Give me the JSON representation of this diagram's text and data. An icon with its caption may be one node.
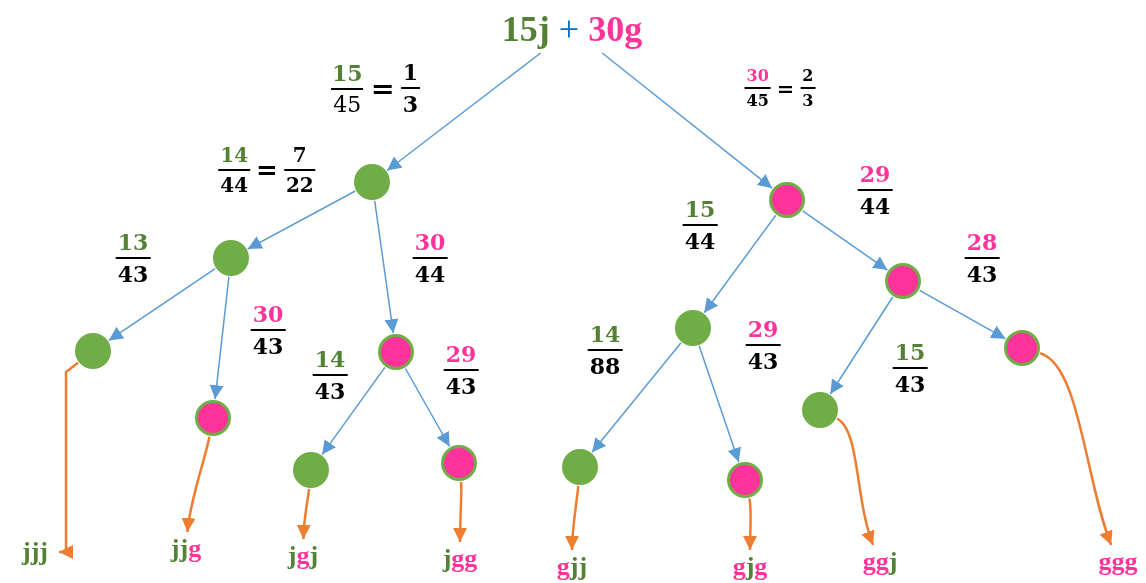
{
  "diagram": {
    "nodes": [
      {
        "text": [
          "15j + 30g"
        ]
      },
      {
        "text": [],
        "shape": "circle"
      },
      {
        "text": [],
        "shape": "circle"
      },
      {
        "text": [],
        "shape": "circle"
      },
      {
        "text": [],
        "shape": "circle"
      },
      {
        "text": [],
        "shape": "circle"
      },
      {
        "text": [],
        "shape": "circle"
      },
      {
        "text": [],
        "shape": "circle"
      },
      {
        "text": [],
        "shape": "circle"
      },
      {
        "text": [],
        "shape": "circle"
      },
      {
        "text": [],
        "shape": "circle"
      },
      {
        "text": [],
        "shape": "circle"
      },
      {
        "text": [],
        "shape": "circle"
      },
      {
        "text": [],
        "shape": "circle"
      },
      {
        "text": [],
        "shape": "circle"
      },
      {
        "text": [
          "jjj"
        ]
      },
      {
        "text": [
          "jjg"
        ]
      },
      {
        "text": [
          "jgj"
        ]
      },
      {
        "text": [
          "jgg"
        ]
      },
      {
        "text": [
          "gjj"
        ]
      },
      {
        "text": [
          "gjg"
        ]
      },
      {
        "text": [
          "ggj"
        ]
      },
      {
        "text": [
          "ggg"
        ]
      }
    ],
    "edges": [
      {
        "from": 0,
        "to": 1,
        "arrow": "to",
        "label": "15 45 = 1 3"
      },
      {
        "from": 0,
        "to": 2,
        "arrow": "to",
        "label": "30 45 = 2 3"
      },
      {
        "from": 1,
        "to": 3,
        "arrow": "to",
        "label": "14 44 = 7 22"
      },
      {
        "from": 1,
        "to": 4,
        "arrow": "to",
        "label": "30 44"
      },
      {
        "from": 2,
        "to": 5,
        "arrow": "to",
        "label": "15 44"
      },
      {
        "from": 2,
        "to": 6,
        "arrow": "to",
        "label": "29 44"
      },
      {
        "from": 3,
        "to": 7,
        "arrow": "to",
        "label": "13 43"
      },
      {
        "from": 3,
        "to": 8,
        "arrow": "to",
        "label": "30 43"
      },
      {
        "from": 4,
        "to": 9,
        "arrow": "to",
        "label": "14 43"
      },
      {
        "from": 4,
        "to": 10,
        "arrow": "to",
        "label": "29 43"
      },
      {
        "from": 5,
        "to": 11,
        "arrow": "to",
        "label": "14 88"
      },
      {
        "from": 5,
        "to": 12,
        "arrow": "to",
        "label": "29 43"
      },
      {
        "from": 6,
        "to": 13,
        "arrow": "to",
        "label": "15 43"
      },
      {
        "from": 6,
        "to": 14,
        "arrow": "to",
        "label": "28 43"
      },
      {
        "from": 7,
        "to": 15,
        "arrow": "to",
        "color": "#ed7d31"
      },
      {
        "from": 8,
        "to": 16,
        "arrow": "to",
        "color": "#ed7d31"
      },
      {
        "from": 9,
        "to": 17,
        "arrow": "to",
        "color": "#ed7d31"
      },
      {
        "from": 10,
        "to": 18,
        "arrow": "to",
        "color": "#ed7d31"
      },
      {
        "from": 11,
        "to": 19,
        "arrow": "to",
        "color": "#ed7d31"
      },
      {
        "from": 12,
        "to": 20,
        "arrow": "to",
        "color": "#ed7d31"
      },
      {
        "from": 13,
        "to": 21,
        "arrow": "to",
        "color": "#ed7d31"
      },
      {
        "from": 14,
        "to": 22,
        "arrow": "to",
        "color": "#ed7d31"
      }
    ]
  }
}
